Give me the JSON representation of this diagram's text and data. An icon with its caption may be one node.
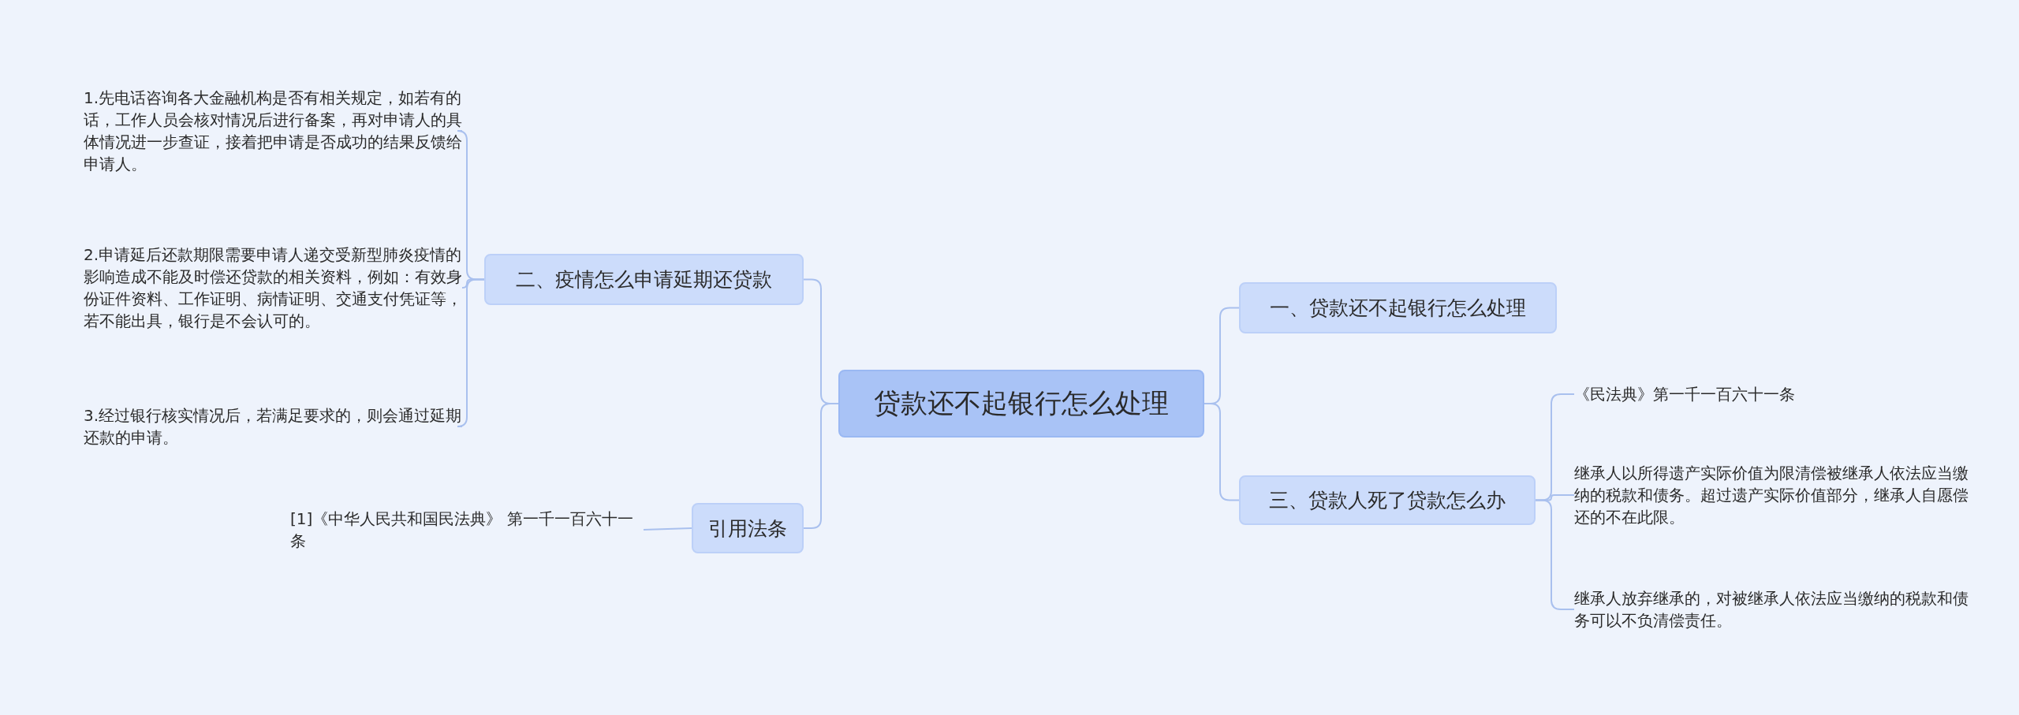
{
  "diagram": {
    "nodes": [
      {
        "text": [
          "贷款还不起银行怎么处理"
        ]
      },
      {
        "text": [
          "二、疫情怎么申请延期还贷款"
        ]
      },
      {
        "text": [
          "1.先电话咨询各大金融机构是否有相关规定，如若有的话，工作人员会核对情况后进行备案，再对申请人的具体情况进一步查证，接着把申请是否成功的结果反馈给申请人。"
        ]
      },
      {
        "text": [
          "2.申请延后还款期限需要申请人递交受新型肺炎疫情的影响造成不能及时偿还贷款的相关资料，例如：有效身份证件资料、工作证明、病情证明、交通支付凭证等，若不能出具，银行是不会认可的。"
        ]
      },
      {
        "text": [
          "3.经过银行核实情况后，若满足要求的，则会通过延期还款的申请。"
        ]
      },
      {
        "text": [
          "引用法条"
        ]
      },
      {
        "text": [
          "[1]《中华人民共和国民法典》 第一千一百六十一条"
        ]
      },
      {
        "text": [
          "一、贷款还不起银行怎么处理"
        ]
      },
      {
        "text": [
          "三、贷款人死了贷款怎么办"
        ]
      },
      {
        "text": [
          "《民法典》第一千一百六十一条"
        ]
      },
      {
        "text": [
          "继承人以所得遗产实际价值为限清偿被继承人依法应当缴纳的税款和债务。超过遗产实际价值部分，继承人自愿偿还的不在此限。"
        ]
      },
      {
        "text": [
          "继承人放弃继承的，对被继承人依法应当缴纳的税款和债务可以不负清偿责任。"
        ]
      }
    ],
    "edges": [
      {
        "from": 0,
        "to": 1,
        "arrow": "none"
      },
      {
        "from": 1,
        "to": 2,
        "arrow": "none"
      },
      {
        "from": 1,
        "to": 3,
        "arrow": "none"
      },
      {
        "from": 1,
        "to": 4,
        "arrow": "none"
      },
      {
        "from": 0,
        "to": 5,
        "arrow": "none"
      },
      {
        "from": 5,
        "to": 6,
        "arrow": "none"
      },
      {
        "from": 0,
        "to": 7,
        "arrow": "none"
      },
      {
        "from": 0,
        "to": 8,
        "arrow": "none"
      },
      {
        "from": 8,
        "to": 9,
        "arrow": "none"
      },
      {
        "from": 8,
        "to": 10,
        "arrow": "none"
      },
      {
        "from": 8,
        "to": 11,
        "arrow": "none"
      }
    ]
  }
}
